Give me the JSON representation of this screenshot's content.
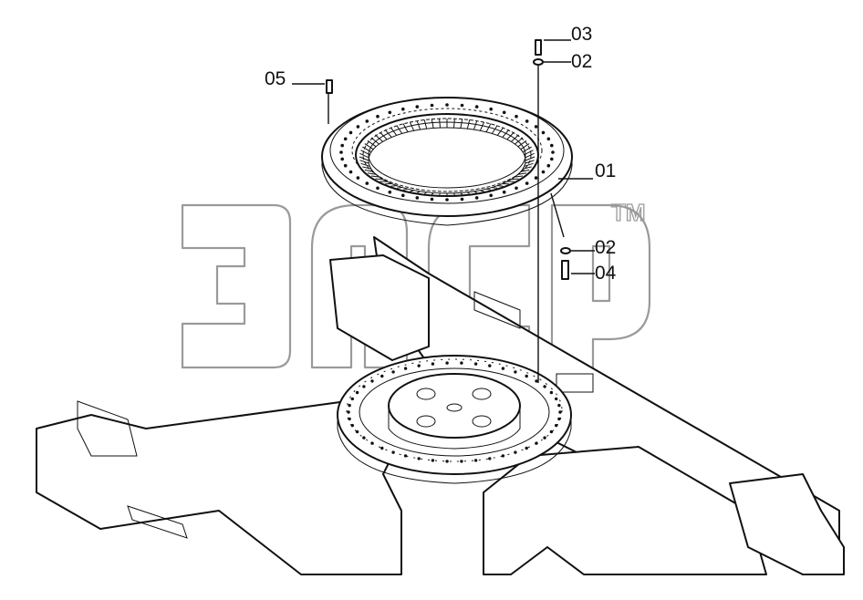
{
  "callouts": [
    {
      "id": "c03",
      "text": "03"
    },
    {
      "id": "c02a",
      "text": "02"
    },
    {
      "id": "c05",
      "text": "05"
    },
    {
      "id": "c01",
      "text": "01"
    },
    {
      "id": "c02b",
      "text": "02"
    },
    {
      "id": "c04",
      "text": "04"
    }
  ],
  "watermark": {
    "trademark": "TM"
  },
  "colors": {
    "line": "#111111",
    "watermark": "#9a9a9a",
    "background": "#ffffff"
  }
}
